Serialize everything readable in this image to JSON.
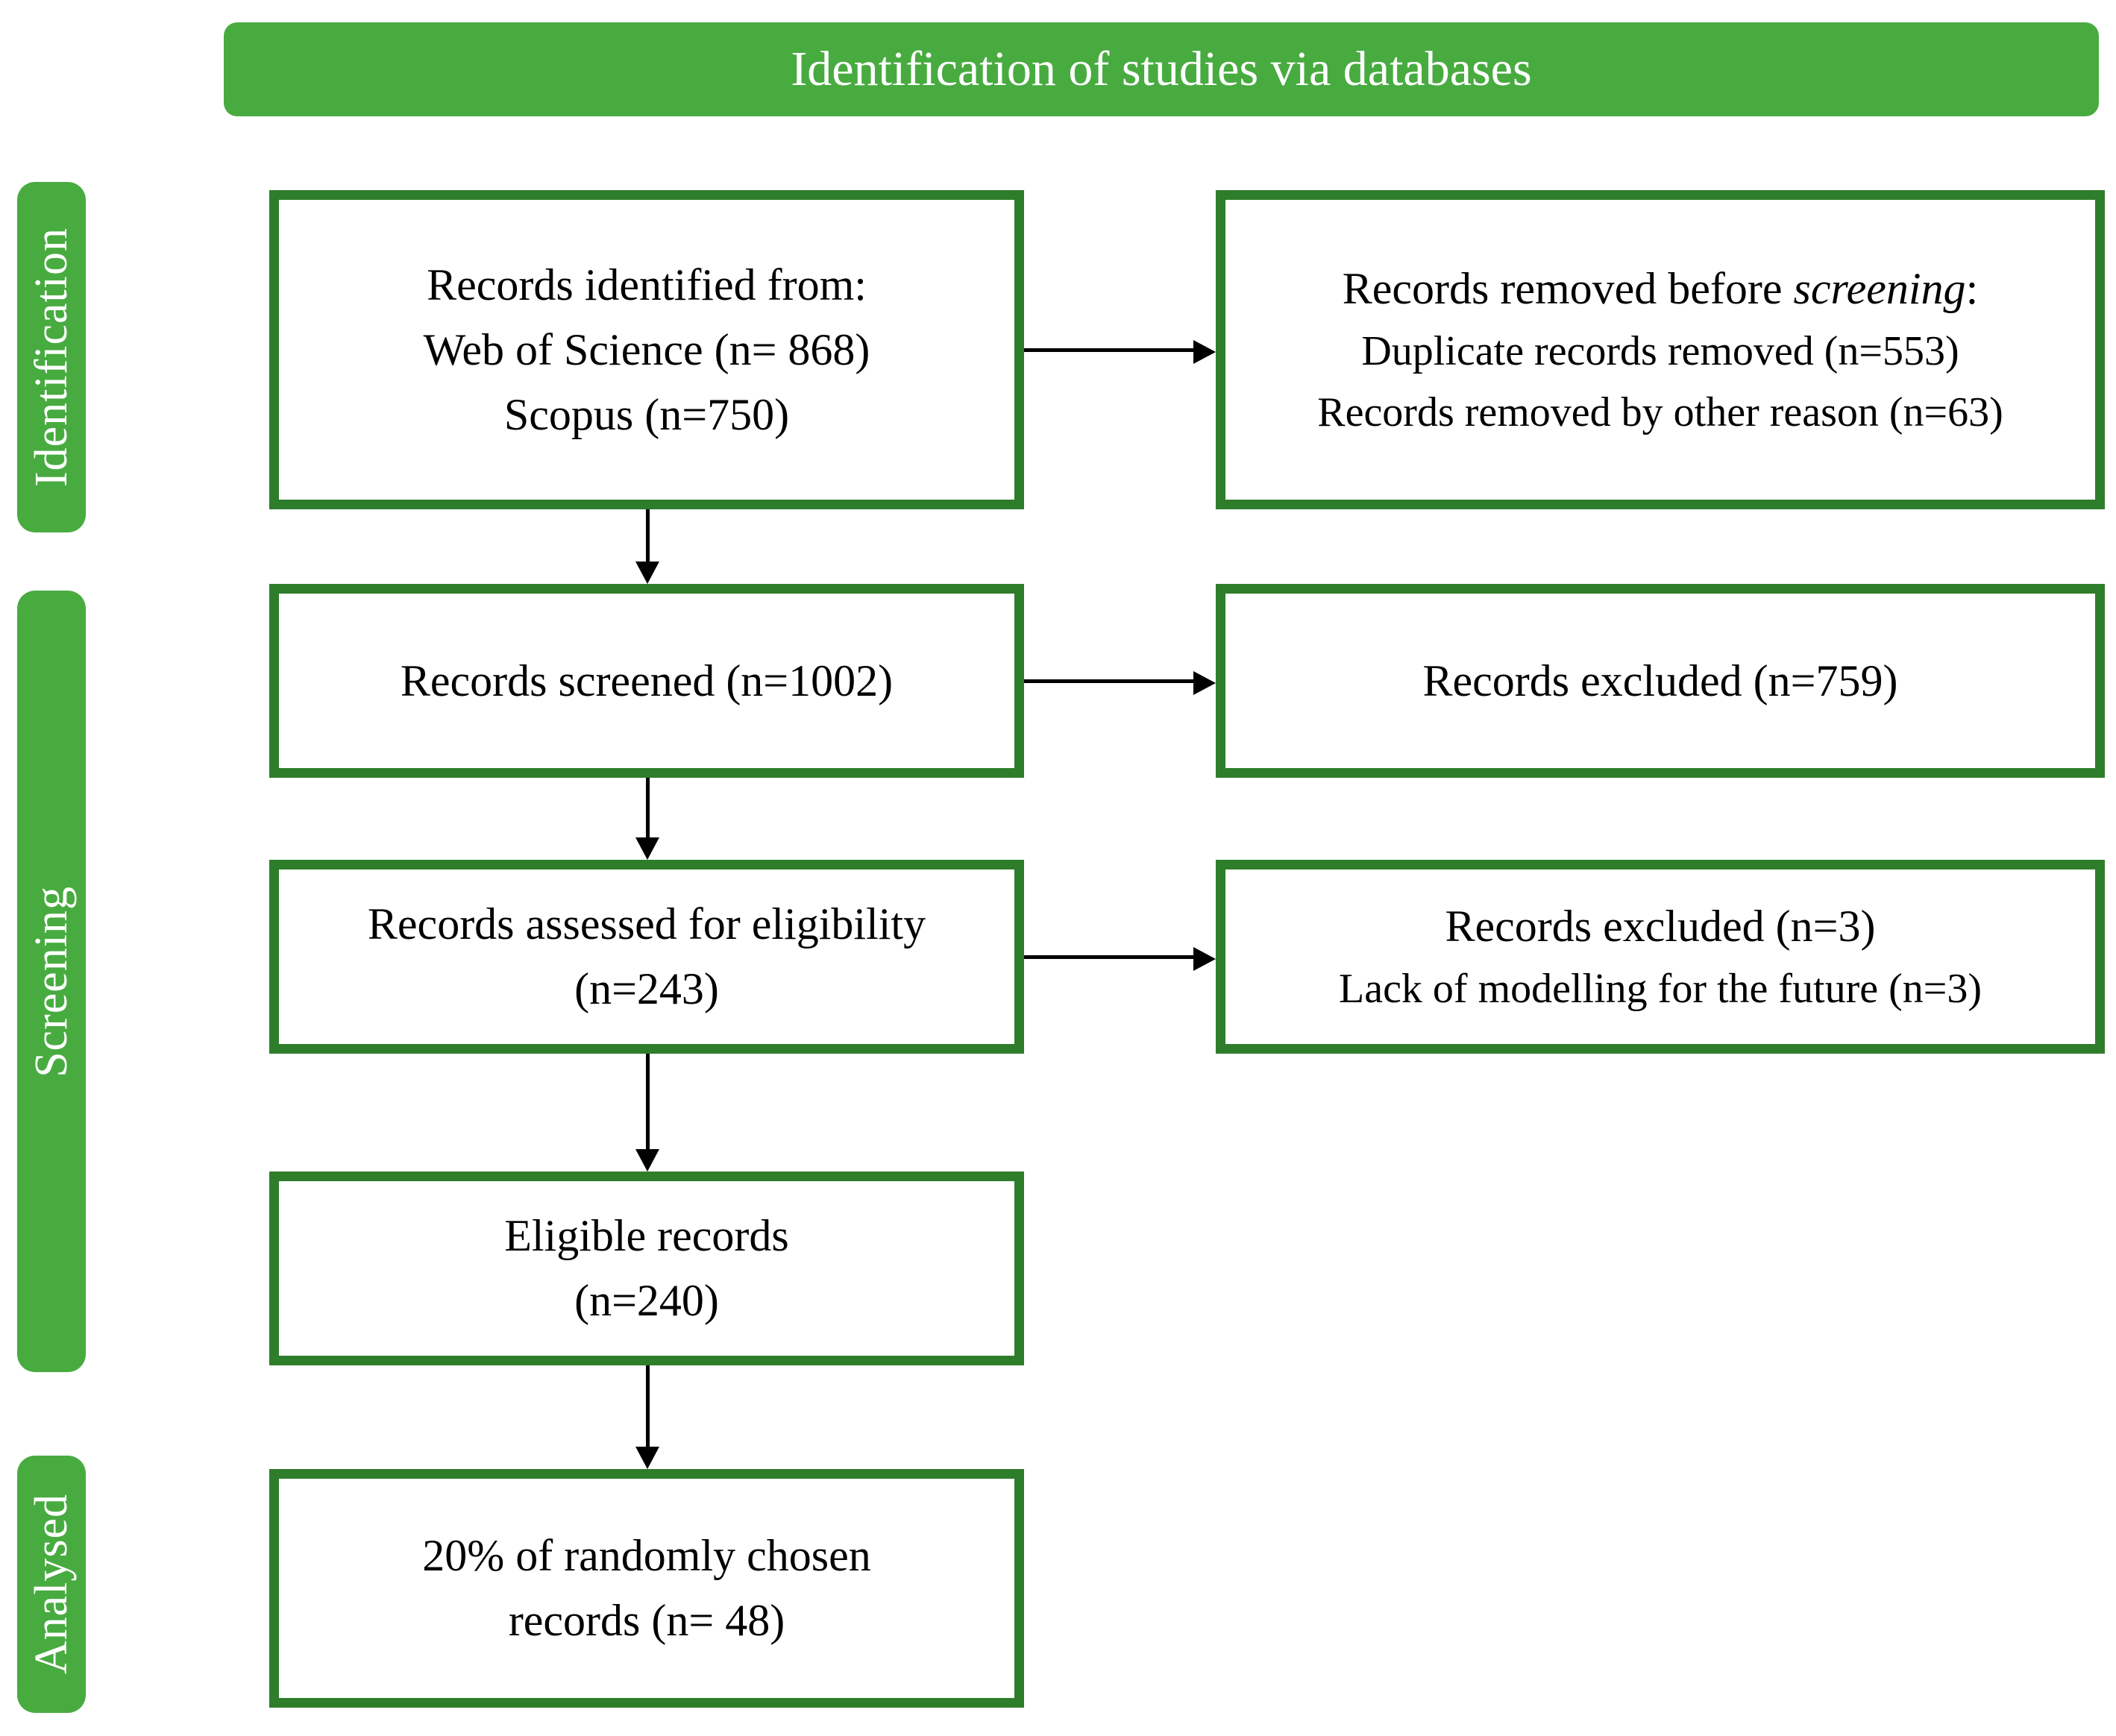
{
  "header": {
    "title": "Identification of studies via databases"
  },
  "colors": {
    "green": "#48ab40",
    "box_border": "#2e7d2b",
    "arrow": "#000000",
    "box_text": "#000000",
    "label_text": "#ffffff"
  },
  "stages": {
    "identification": "Identification",
    "screening": "Screening",
    "analysed": "Analysed"
  },
  "boxes": {
    "identified": {
      "lines": [
        "Records identified from:",
        "Web of Science (n= 868)",
        "Scopus (n=750)"
      ]
    },
    "removed": {
      "line1_prefix": "Records removed before ",
      "line1_italic": "screening",
      "line1_suffix": ":",
      "sublines": [
        "Duplicate records removed (n=553)",
        "Records removed by other reason (n=63)"
      ]
    },
    "screened": {
      "lines": [
        "Records screened (n=1002)"
      ]
    },
    "excluded_screening": {
      "lines": [
        "Records excluded (n=759)"
      ]
    },
    "assessed": {
      "lines": [
        "Records assessed for eligibility",
        "(n=243)"
      ]
    },
    "excluded_eligibility": {
      "line1": "Records excluded (n=3)",
      "subline": "Lack of modelling for the future (n=3)"
    },
    "eligible": {
      "lines": [
        "Eligible records",
        "(n=240)"
      ]
    },
    "analysed": {
      "lines": [
        "20% of randomly chosen",
        "records (n= 48)"
      ]
    }
  }
}
